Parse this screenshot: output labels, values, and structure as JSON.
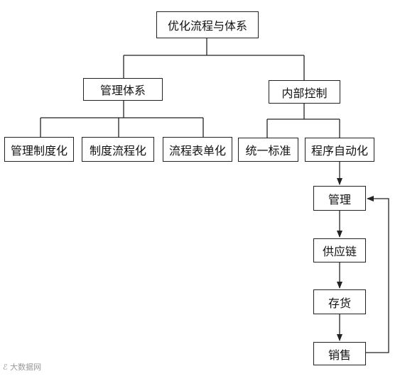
{
  "diagram": {
    "root": "优化流程与体系",
    "branches": [
      {
        "label": "管理体系",
        "children": [
          "管理制度化",
          "制度流程化",
          "流程表单化"
        ]
      },
      {
        "label": "内部控制",
        "children": [
          "统一标准",
          "程序自动化"
        ]
      }
    ],
    "cycle": [
      "管理",
      "供应链",
      "存货",
      "销售"
    ]
  },
  "watermark": {
    "text": "大数据网"
  }
}
